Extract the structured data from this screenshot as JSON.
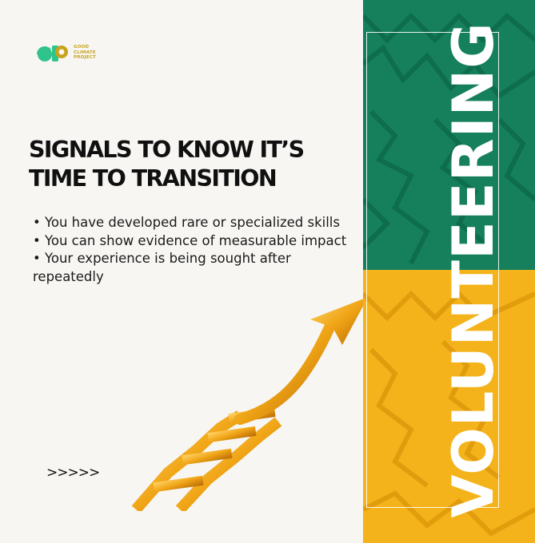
{
  "logo": {
    "icon": "good-climate-project-logo",
    "lines": [
      "GOOD",
      "CLIMATE",
      "PROJECT"
    ],
    "colors": {
      "green": "#2fc48b",
      "gold": "#c8a21a"
    }
  },
  "headline": {
    "line1": "SIGNALS TO KNOW IT’S",
    "line2": "TIME TO TRANSITION"
  },
  "bullets": [
    "• You have developed rare or specialized skills",
    "• You can show evidence of measurable impact",
    "• Your experience is being sought after repeatedly"
  ],
  "footer": {
    "arrows": ">>>>>"
  },
  "side_panel": {
    "word": "VOLUNTEERING",
    "colors": {
      "green": "#15805b",
      "yellow": "#f4b31a",
      "text": "#ffffff"
    }
  },
  "illustration": {
    "icon": "golden-stairs-up-arrow"
  }
}
